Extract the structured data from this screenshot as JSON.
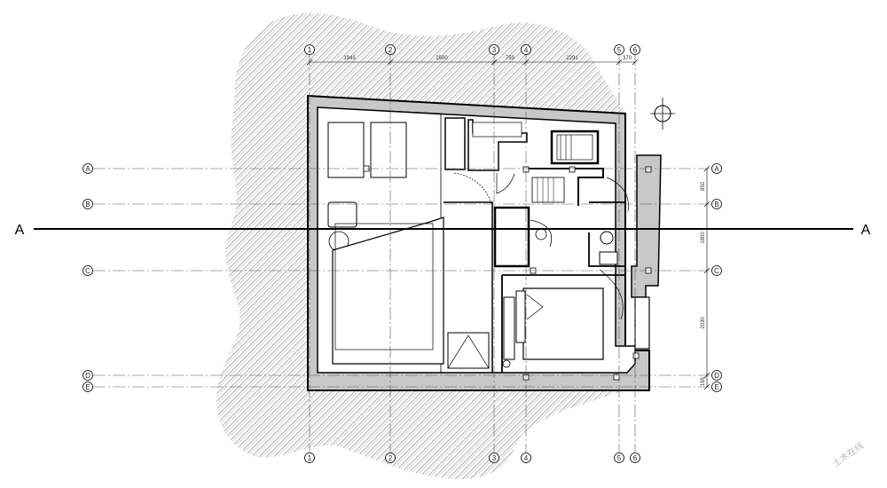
{
  "grid": {
    "columns": [
      "1",
      "2",
      "3",
      "4",
      "5",
      "6"
    ],
    "rows": [
      "A",
      "B",
      "C",
      "D",
      "E"
    ]
  },
  "dimensions": {
    "top": [
      "1943",
      "2500",
      "759",
      "2291",
      "370"
    ],
    "right": [
      "850",
      "1800",
      "2030",
      "165"
    ]
  },
  "section": {
    "label_left": "A",
    "label_right": "A"
  },
  "watermark": "土木在线",
  "colors": {
    "line": "#000000",
    "wall_fill": "#c8c8c8",
    "hatch": "#b4b4b4",
    "grid_line": "#555555"
  }
}
